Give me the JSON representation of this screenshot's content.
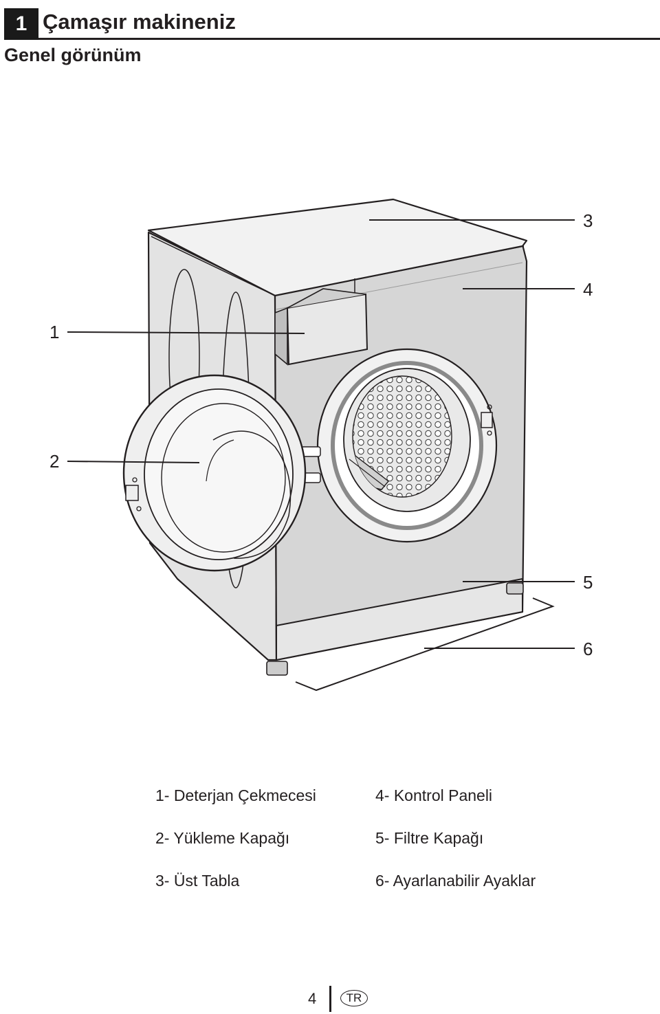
{
  "header": {
    "section_number": "1",
    "title": "Çamaşır makineniz",
    "subtitle": "Genel görünüm"
  },
  "figure": {
    "callouts": [
      "1",
      "2",
      "3",
      "4",
      "5",
      "6"
    ]
  },
  "legend": {
    "items": [
      "1- Deterjan Çekmecesi",
      "2- Yükleme Kapağı",
      "3- Üst Tabla",
      "4- Kontrol Paneli",
      "5- Filtre Kapağı",
      "6- Ayarlanabilir Ayaklar"
    ]
  },
  "footer": {
    "page_number": "4",
    "language": "TR"
  }
}
